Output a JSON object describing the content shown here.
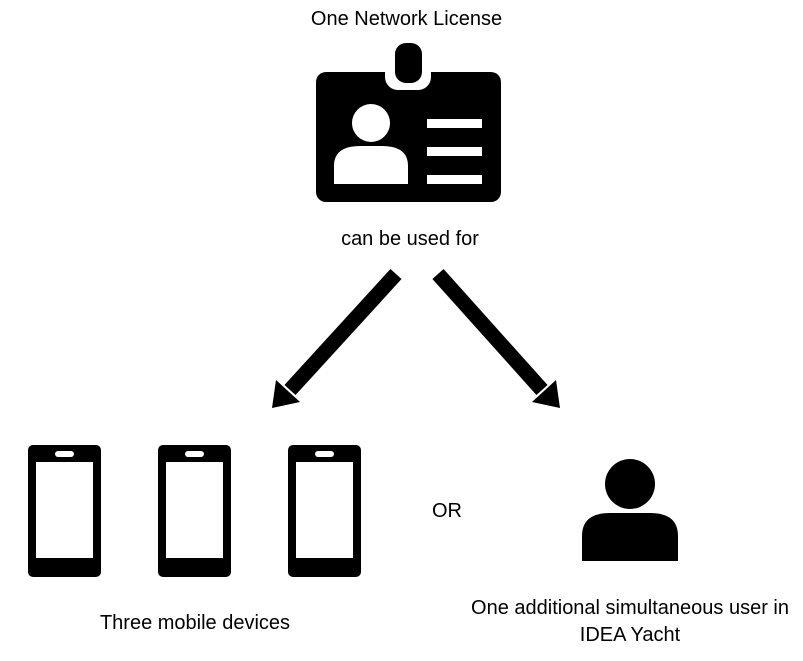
{
  "diagram": {
    "title": "One Network License",
    "connector_text": "can be used for",
    "separator_text": "OR",
    "option_left_label": "Three mobile devices",
    "option_right_label": "One additional simultaneous user in IDEA Yacht"
  },
  "icons": {
    "license": "id-badge-icon",
    "mobile": "mobile-phone-icon",
    "user": "user-icon"
  },
  "colors": {
    "ink": "#000000",
    "background": "#ffffff"
  }
}
